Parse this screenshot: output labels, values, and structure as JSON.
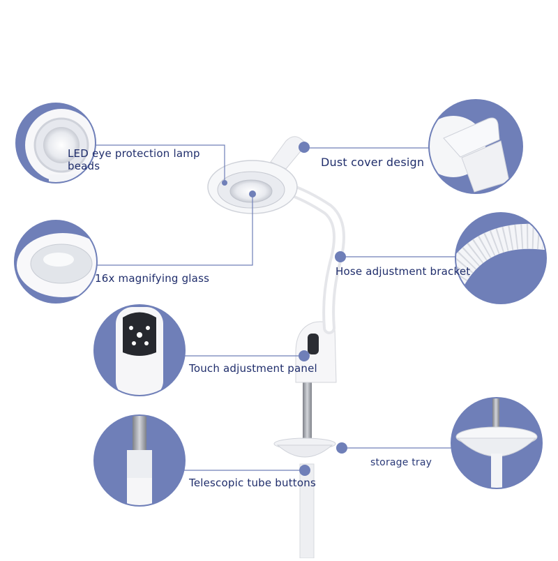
{
  "colors": {
    "accent": "#6f7fb8",
    "leader": "#6f7fb8",
    "text": "#1f2d6b",
    "lamp": "#f4f4f6",
    "lamp_shadow": "#d9dbe2",
    "pole": "#9a9ca3"
  },
  "callouts": {
    "led": "LED eye protection lamp beads",
    "dust": "Dust cover design",
    "magnifier": "16x magnifying glass",
    "hose": "Hose adjustment bracket",
    "touch": "Touch adjustment panel",
    "tray": "storage tray",
    "tube": "Telescopic tube buttons"
  },
  "icons": {
    "marker": "dot-marker-icon",
    "detail": "detail-circle-icon"
  }
}
